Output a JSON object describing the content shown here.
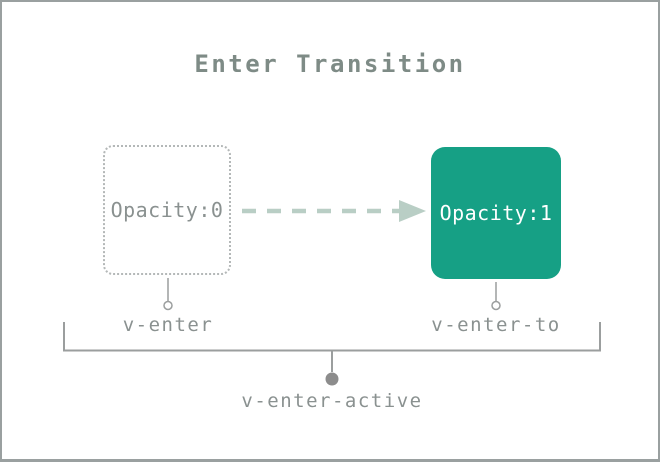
{
  "title": "Enter Transition",
  "states": {
    "start": {
      "value": "Opacity:0",
      "class_name": "v-enter"
    },
    "end": {
      "value": "Opacity:1",
      "class_name": "v-enter-to"
    }
  },
  "active": {
    "class_name": "v-enter-active"
  },
  "colors": {
    "accent-green": "#16a085",
    "arrow-sage": "#b9cec5",
    "line-gray": "#9b9e9e",
    "text-gray": "#8a9190",
    "title-gray": "#7e8b86",
    "dot-gray": "#8c8c8c",
    "frame-gray": "#9aa0a0",
    "dash-border": "#b4b8b8"
  }
}
